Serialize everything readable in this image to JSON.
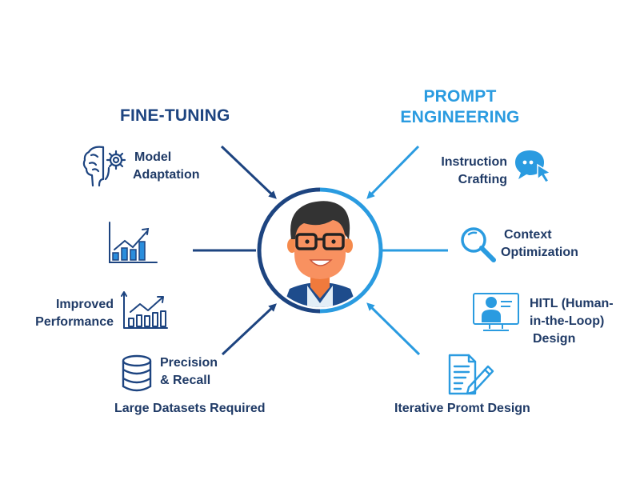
{
  "colors": {
    "fine_tuning": "#1d4480",
    "prompt_engineering": "#2a9be0",
    "label_text": "#1f3a66",
    "background": "#ffffff"
  },
  "center": {
    "icon": "person-avatar-icon",
    "description": "Professional avatar with glasses inside a two-tone ring"
  },
  "fine_tuning": {
    "title": "FINE-TUNING",
    "items": [
      {
        "label_line1": "Model",
        "label_line2": "Adaptation",
        "icon": "brain-gear-icon"
      },
      {
        "label": "",
        "icon": "bar-chart-growth-icon"
      },
      {
        "label_line1": "Improved",
        "label_line2": "Performance",
        "icon": "bar-chart-trend-icon"
      },
      {
        "label_line1": "Precision",
        "label_line2": "& Recall",
        "icon": "database-icon"
      },
      {
        "label": "Large Datasets Required"
      }
    ]
  },
  "prompt_engineering": {
    "title_line1": "PROMPT",
    "title_line2": "ENGINEERING",
    "items": [
      {
        "label_line1": "Instruction",
        "label_line2": "Crafting",
        "icon": "chat-cursor-icon"
      },
      {
        "label_line1": "Context",
        "label_line2": "Optimization",
        "icon": "magnifier-icon"
      },
      {
        "label_line1": "HITL (Human-",
        "label_line2": "in-the-Loop)",
        "label_line3": "Design",
        "icon": "monitor-person-icon"
      },
      {
        "label": "Iterative Promt Design",
        "icon": "document-pencil-icon"
      }
    ]
  }
}
